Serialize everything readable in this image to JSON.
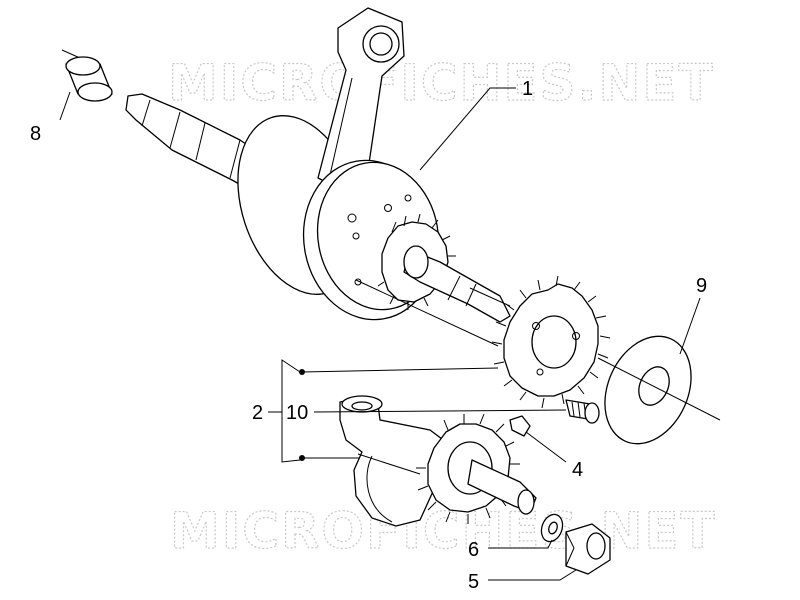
{
  "watermark": {
    "text": "MICROFICHES.NET"
  },
  "callouts": {
    "c1": "1",
    "c2": "2",
    "c4": "4",
    "c5": "5",
    "c6": "6",
    "c8": "8",
    "c9": "9",
    "c10": "10"
  },
  "colors": {
    "line": "#000000",
    "background": "#ffffff",
    "watermark": "#c9c9c9"
  }
}
